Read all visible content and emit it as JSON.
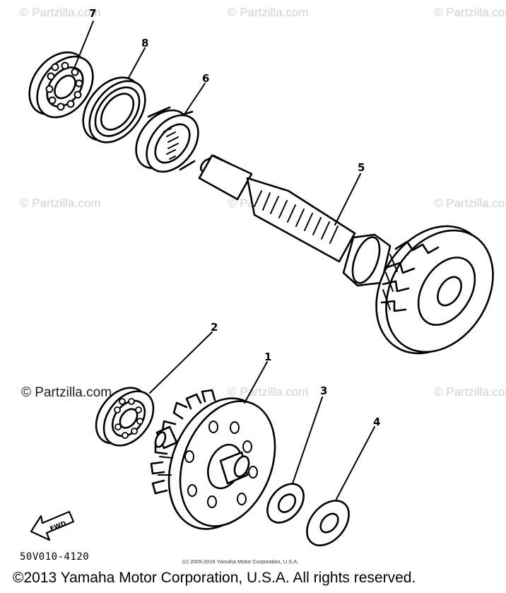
{
  "watermarks": {
    "text": "© Partzilla.com",
    "prominent_text": "© Partzilla.com"
  },
  "callouts": {
    "c1": "1",
    "c2": "2",
    "c3": "3",
    "c4": "4",
    "c5": "5",
    "c6": "6",
    "c7": "7",
    "c8": "8"
  },
  "diagram_code": "50V010-4120",
  "small_copyright": "(c) 2005-2016 Yamaha Motor Corporation, U.S.A.",
  "footer_copyright": "©2013 Yamaha Motor Corporation, U.S.A. All rights reserved.",
  "fwd_label": "FWD",
  "colors": {
    "line": "#000000",
    "watermark": "#d2d2d2",
    "background": "#ffffff"
  }
}
